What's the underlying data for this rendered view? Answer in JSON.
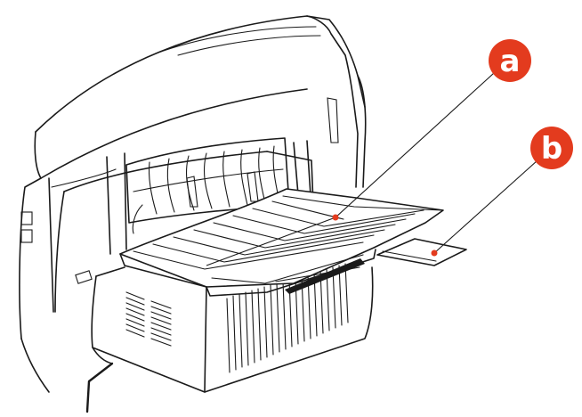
{
  "callouts": [
    {
      "id": "a",
      "label": "a",
      "color": "#e33b1e"
    },
    {
      "id": "b",
      "label": "b",
      "color": "#e33b1e"
    }
  ],
  "colors": {
    "line": "#1a1a1a",
    "callout": "#e33b1e",
    "background": "#ffffff"
  }
}
